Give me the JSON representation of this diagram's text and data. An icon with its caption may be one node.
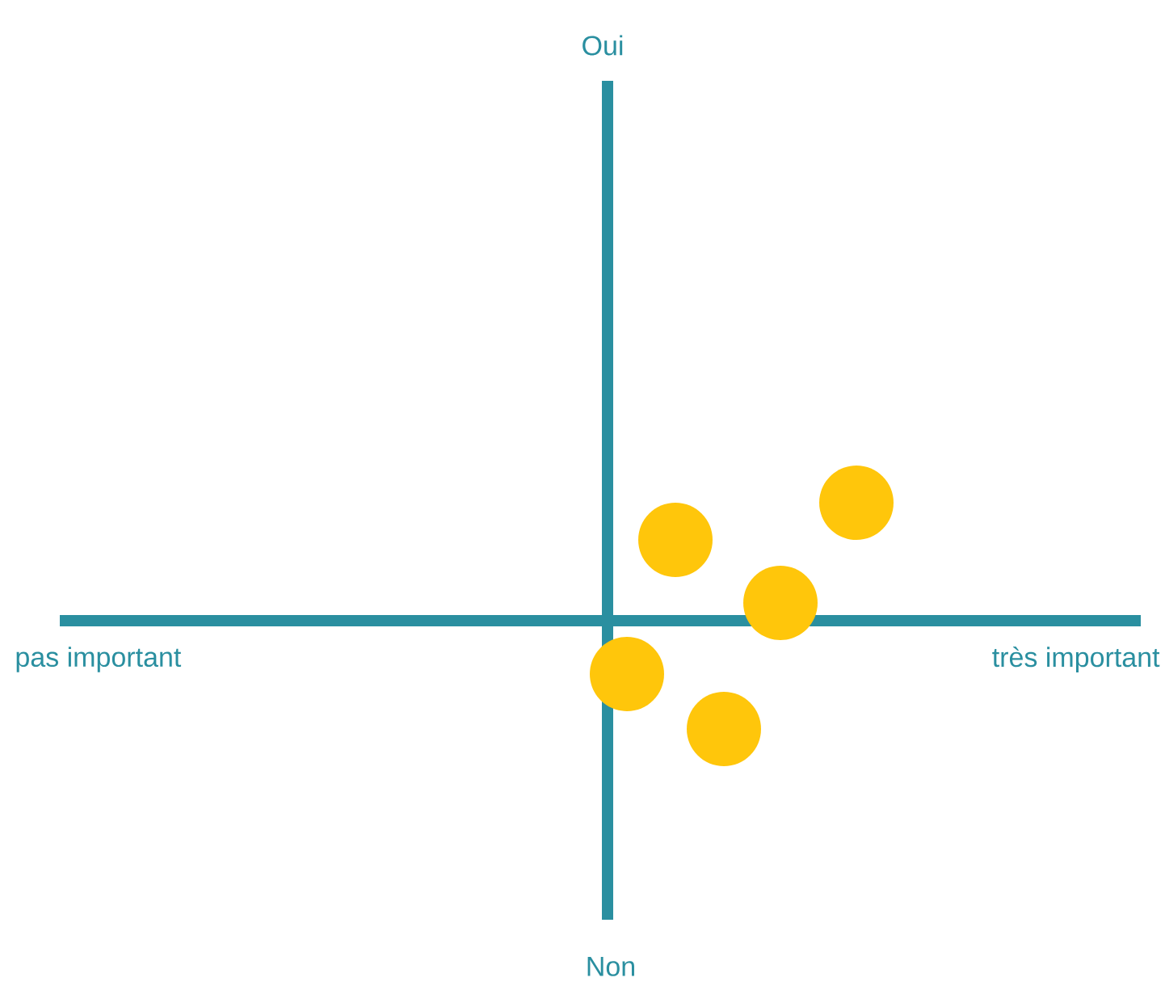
{
  "diagram": {
    "nodes": [
      {
        "text": [],
        "shape": "circle"
      },
      {
        "text": [],
        "shape": "circle"
      },
      {
        "text": [],
        "shape": "circle"
      },
      {
        "text": [],
        "shape": "circle"
      },
      {
        "text": [],
        "shape": "circle"
      }
    ],
    "labels": [
      "Oui",
      "pas important",
      "très important",
      "Non"
    ]
  }
}
